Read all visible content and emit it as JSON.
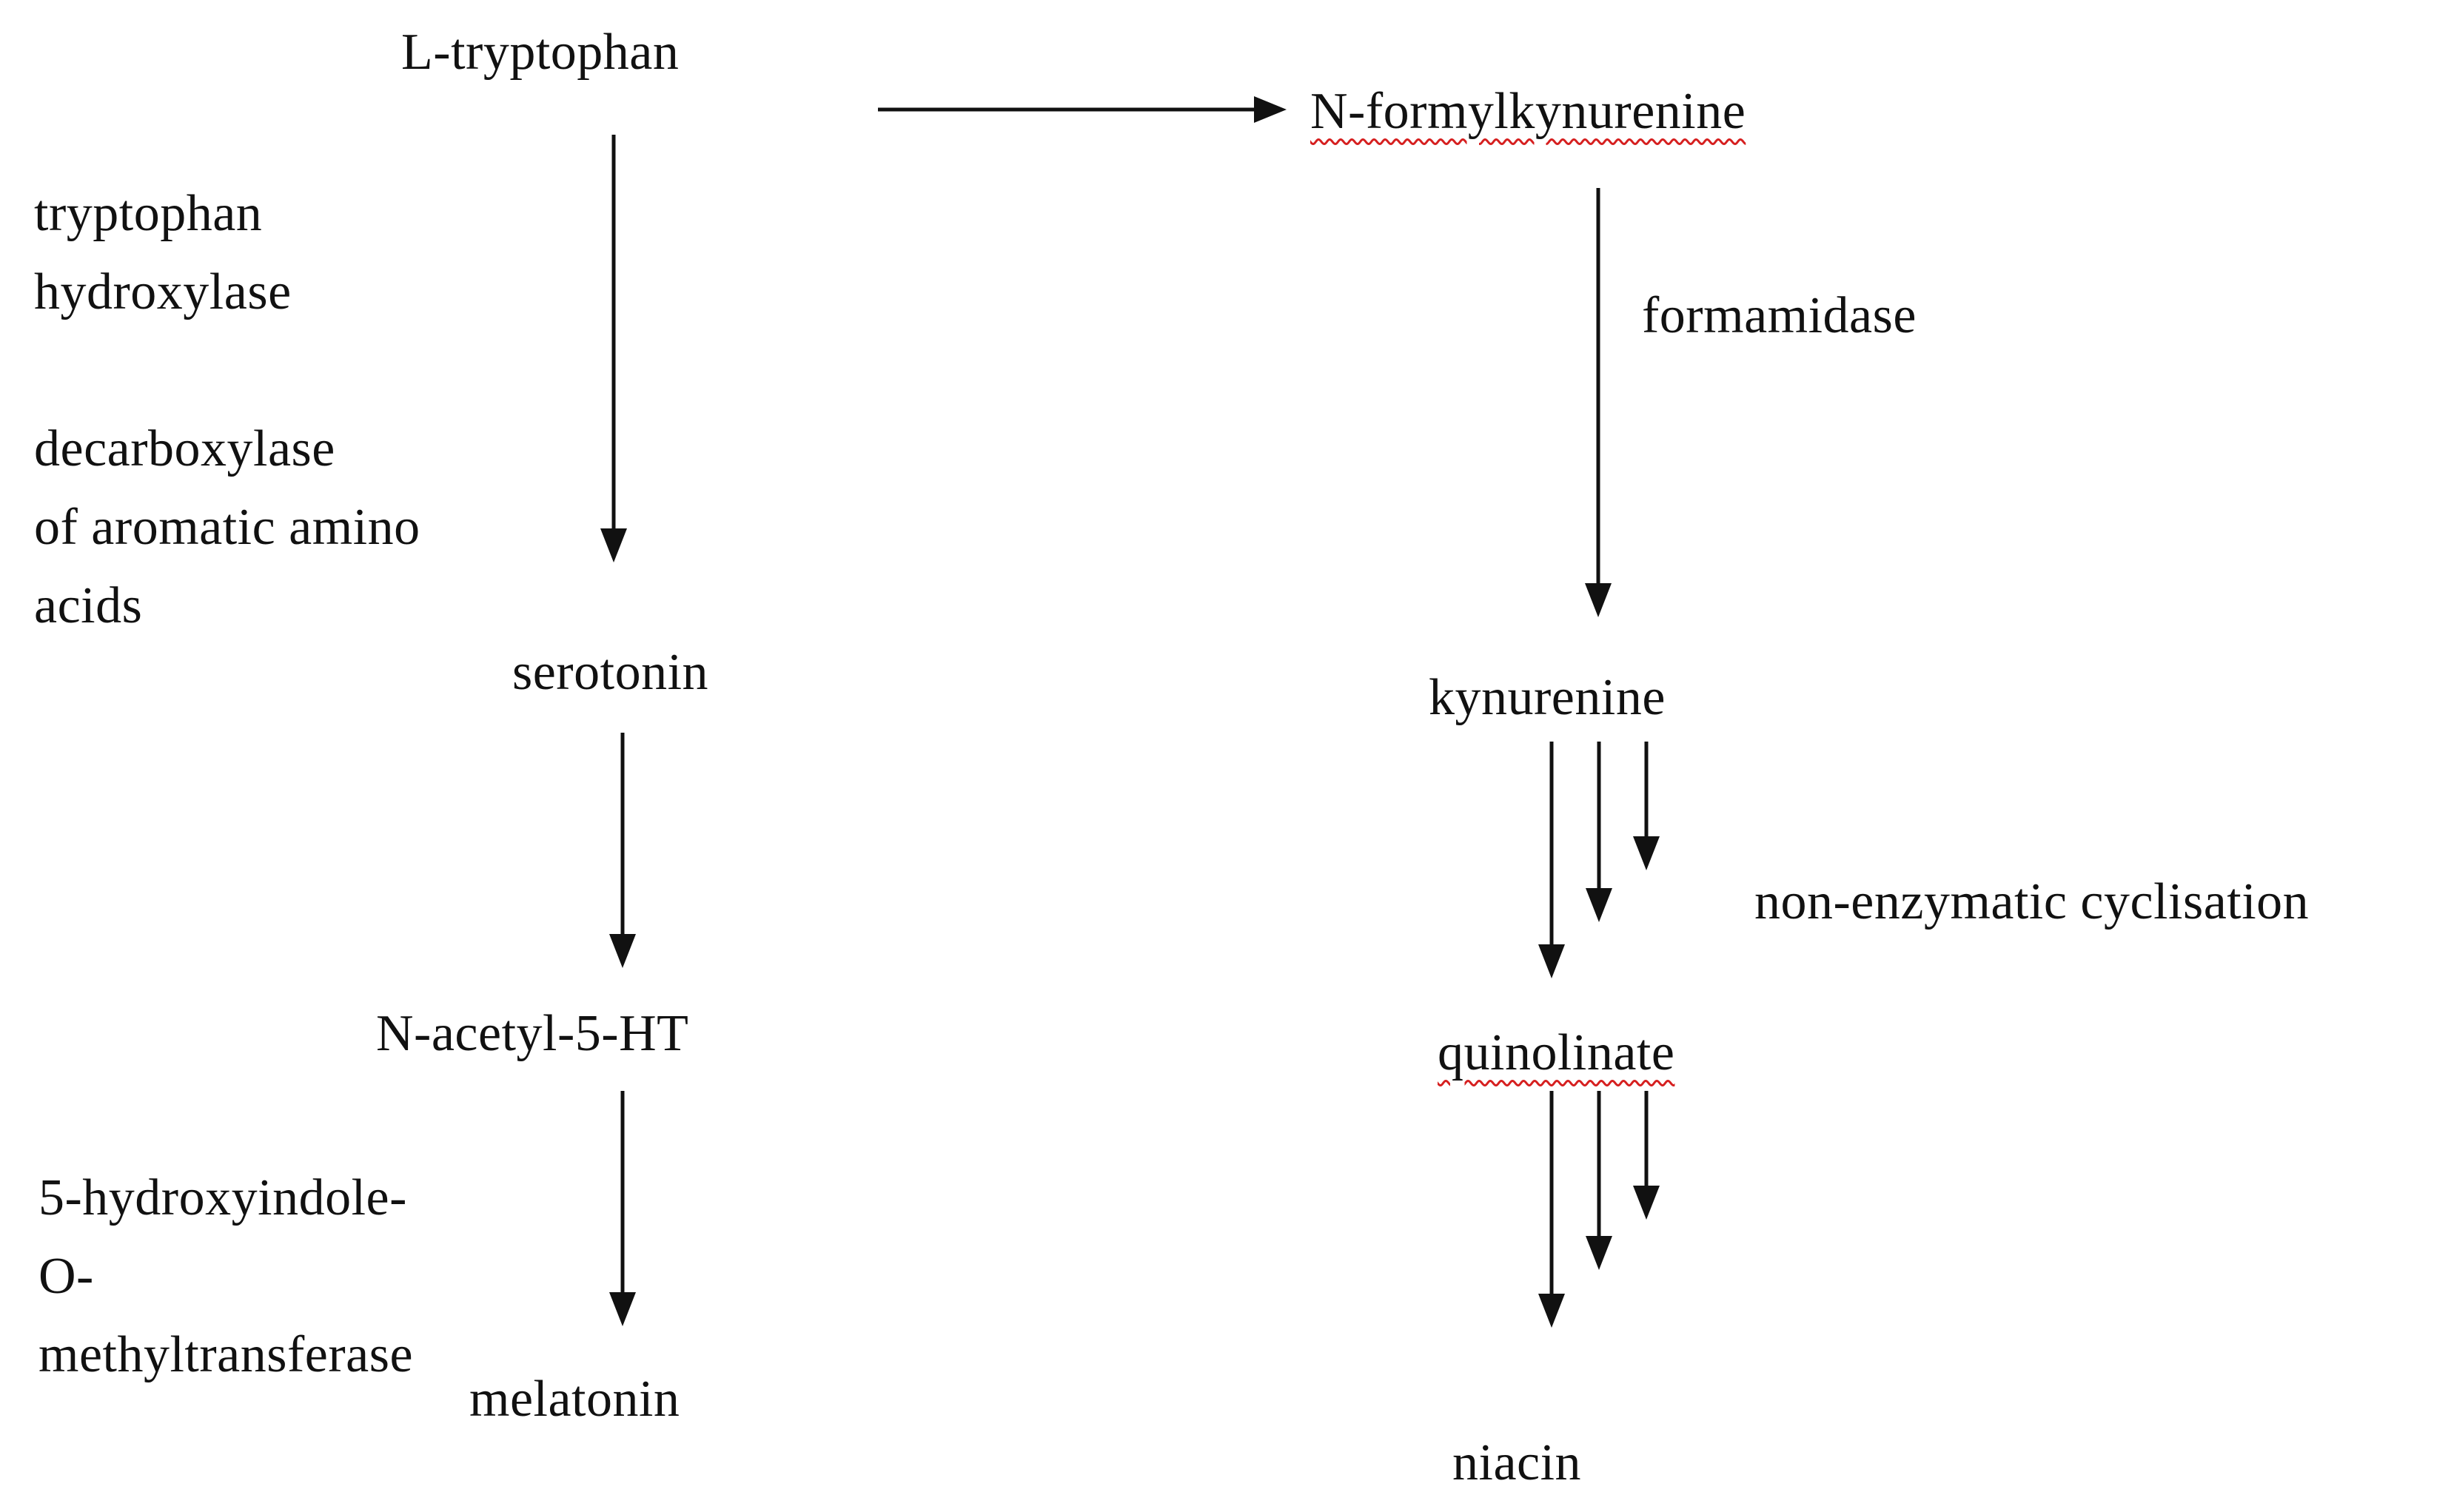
{
  "nodes": {
    "tryptophan": "L-tryptophan",
    "formylkynurenine": "N-formylkynurenine",
    "serotonin": "serotonin",
    "kynurenine": "kynurenine",
    "acetyl_5ht": "N-acetyl-5-HT",
    "quinolinate": "quinolinate",
    "melatonin": "melatonin",
    "niacin": "niacin"
  },
  "enzymes": {
    "tryptophan_hydroxylase": [
      "tryptophan",
      "hydroxylase"
    ],
    "decarboxylase": [
      "decarboxylase",
      "of aromatic amino",
      "acids"
    ],
    "formamidase": "formamidase",
    "non_enzymatic": "non-enzymatic cyclisation",
    "methyltransferase": [
      "5-hydroxyindole-",
      "O-",
      "methyltransferase"
    ]
  },
  "colors": {
    "text": "#111111",
    "spellcheck_underline": "#d62020"
  }
}
